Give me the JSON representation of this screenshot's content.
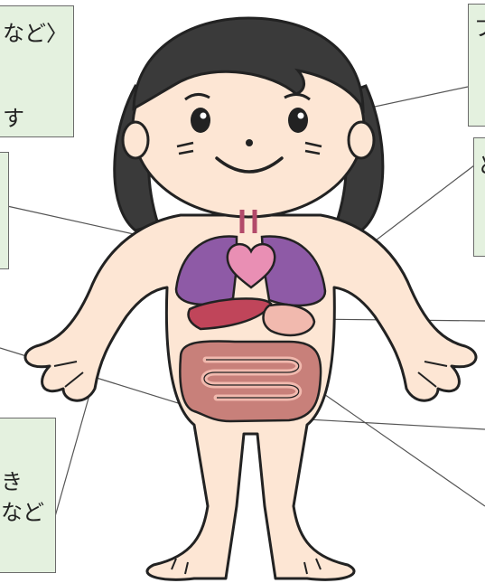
{
  "labels": {
    "top_left_line1": "など〉",
    "top_left_line2": "す",
    "bottom_left_line1": "き",
    "bottom_left_line2": "など",
    "top_right_char": "ブ",
    "mid_right_char": "ど"
  },
  "colors": {
    "box_fill": "#e4f1df",
    "box_border": "#6b6b6b",
    "skin": "#fde6d4",
    "hair": "#3a3a3a",
    "lungs": "#8e5aa6",
    "heart": "#e98fb4",
    "liver": "#c0455a",
    "stomach": "#f1b9ae",
    "intestine": "#c8807a",
    "leader_line": "#555555"
  }
}
